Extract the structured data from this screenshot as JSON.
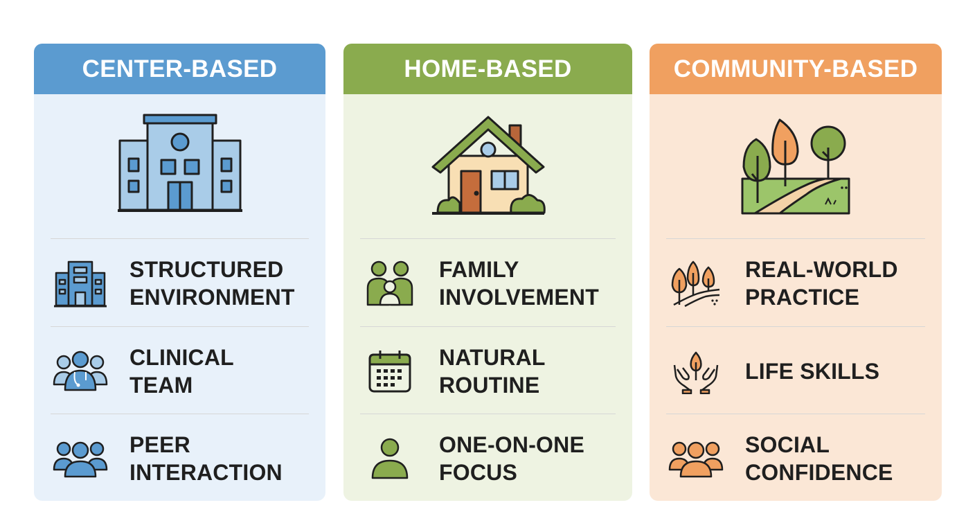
{
  "colors": {
    "center_accent": "#5b9bd0",
    "center_bg": "#e8f1fa",
    "home_accent": "#8aab4e",
    "home_bg": "#eef3e2",
    "community_accent": "#f0a060",
    "community_bg": "#fbe7d6",
    "divider": "#d6d6d6",
    "text": "#1f1f1f"
  },
  "columns": [
    {
      "id": "center",
      "title": "CENTER-BASED",
      "hero_icon": "building-icon",
      "items": [
        {
          "icon": "office-building-icon",
          "label": "STRUCTURED\nENVIRONMENT"
        },
        {
          "icon": "clinical-team-icon",
          "label": "CLINICAL\nTEAM"
        },
        {
          "icon": "group-people-icon",
          "label": "PEER\nINTERACTION"
        }
      ]
    },
    {
      "id": "home",
      "title": "HOME-BASED",
      "hero_icon": "house-icon",
      "items": [
        {
          "icon": "family-icon",
          "label": "FAMILY\nINVOLVEMENT"
        },
        {
          "icon": "calendar-icon",
          "label": "NATURAL\nROUTINE"
        },
        {
          "icon": "single-person-icon",
          "label": "ONE-ON-ONE\nFOCUS"
        }
      ]
    },
    {
      "id": "community",
      "title": "COMMUNITY-BASED",
      "hero_icon": "park-trees-icon",
      "items": [
        {
          "icon": "trees-path-icon",
          "label": "REAL-WORLD\nPRACTICE"
        },
        {
          "icon": "hands-sprout-icon",
          "label": "LIFE SKILLS"
        },
        {
          "icon": "group-people-icon",
          "label": "SOCIAL\nCONFIDENCE"
        }
      ]
    }
  ]
}
